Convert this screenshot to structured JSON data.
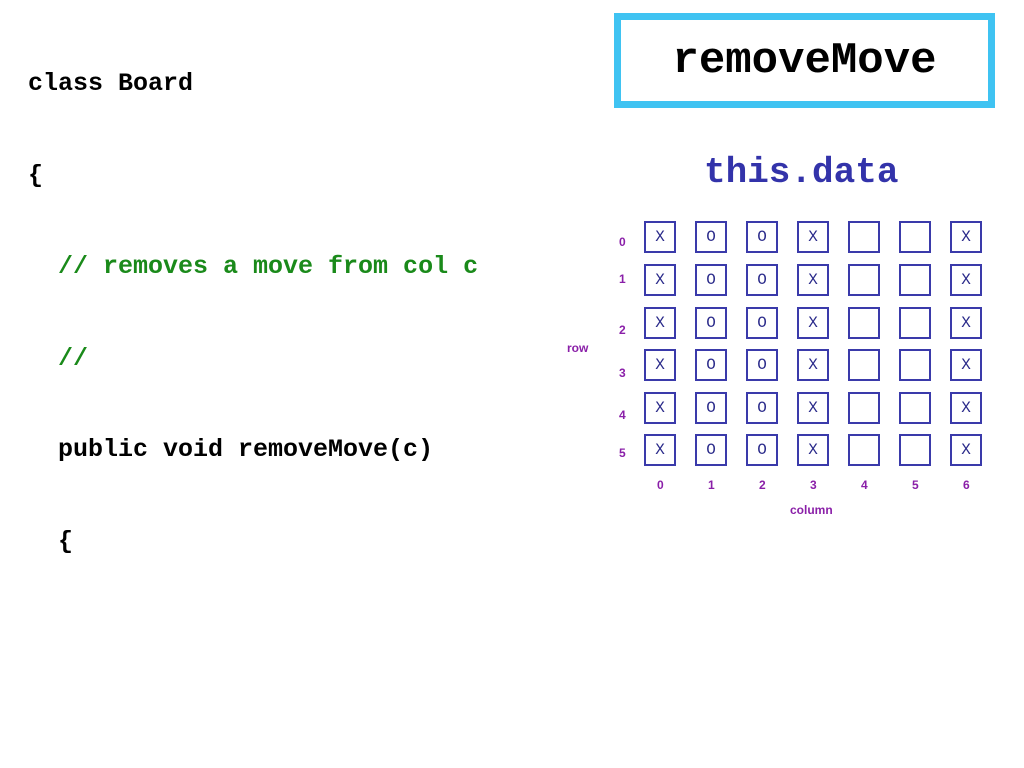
{
  "code": {
    "lines": [
      {
        "text": "class Board",
        "comment": false
      },
      {
        "text": "{",
        "comment": false
      },
      {
        "text": "  // removes a move from col c",
        "comment": true
      },
      {
        "text": "  //",
        "comment": true
      },
      {
        "text": "  public void removeMove(c)",
        "comment": false
      },
      {
        "text": "  {",
        "comment": false
      }
    ]
  },
  "title": "removeMove",
  "subtitle": "this.data",
  "board": {
    "row_axis_label": "row",
    "column_axis_label": "column",
    "row_labels": [
      "0",
      "1",
      "2",
      "3",
      "4",
      "5"
    ],
    "column_labels": [
      "0",
      "1",
      "2",
      "3",
      "4",
      "5",
      "6"
    ],
    "cells": [
      [
        "X",
        "O",
        "O",
        "X",
        "",
        "",
        "X"
      ],
      [
        "X",
        "O",
        "O",
        "X",
        "",
        "",
        "X"
      ],
      [
        "X",
        "O",
        "O",
        "X",
        "",
        "",
        "X"
      ],
      [
        "X",
        "O",
        "O",
        "X",
        "",
        "",
        "X"
      ],
      [
        "X",
        "O",
        "O",
        "X",
        "",
        "",
        "X"
      ],
      [
        "X",
        "O",
        "O",
        "X",
        "",
        "",
        "X"
      ]
    ]
  }
}
